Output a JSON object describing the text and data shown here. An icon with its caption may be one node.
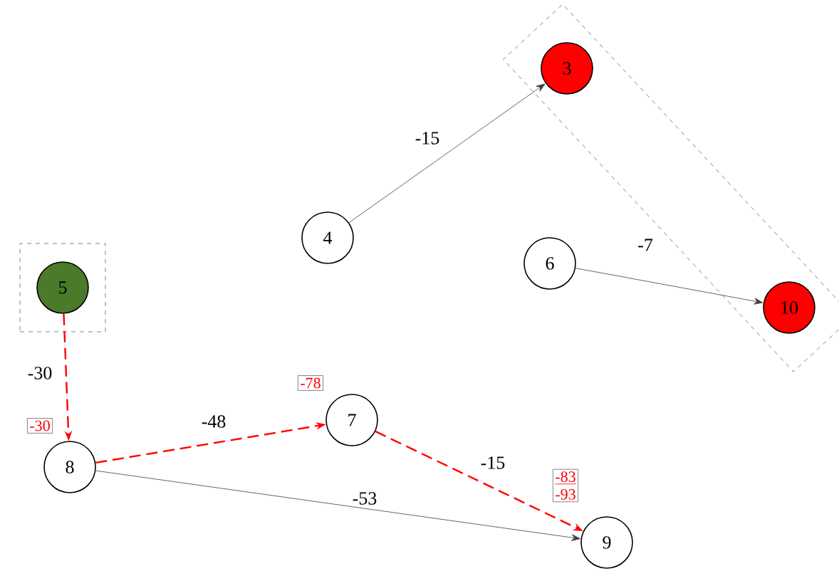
{
  "diagram": {
    "nodes": [
      {
        "text": [],
        "shape": "box"
      },
      {
        "text": [
          "3"
        ],
        "in": 0
      },
      {
        "text": [
          "4"
        ]
      },
      {
        "text": [],
        "shape": "box"
      },
      {
        "text": [
          "5"
        ],
        "in": 3
      },
      {
        "text": [
          "6"
        ]
      },
      {
        "text": [
          "10"
        ],
        "in": 0
      },
      {
        "text": [
          "7"
        ],
        "beside": [
          "-78"
        ]
      },
      {
        "text": [
          "8"
        ],
        "beside": [
          "-30"
        ]
      },
      {
        "text": [
          "9"
        ],
        "beside": [
          "-83",
          "-93"
        ]
      }
    ],
    "edges": [
      {
        "from": 2,
        "to": 1,
        "arrow": "to",
        "label": "-15"
      },
      {
        "from": 5,
        "to": 6,
        "arrow": "to",
        "label": "-7"
      },
      {
        "from": 4,
        "to": 8,
        "arrow": "to",
        "label": "-30",
        "style": "dashed",
        "color": "#ff0000"
      },
      {
        "from": 8,
        "to": 7,
        "arrow": "to",
        "label": "-48",
        "style": "dashed",
        "color": "#ff0000"
      },
      {
        "from": 7,
        "to": 9,
        "arrow": "to",
        "label": "-15",
        "style": "dashed",
        "color": "#ff0000"
      },
      {
        "from": 8,
        "to": 9,
        "arrow": "to",
        "label": "-53"
      }
    ]
  }
}
